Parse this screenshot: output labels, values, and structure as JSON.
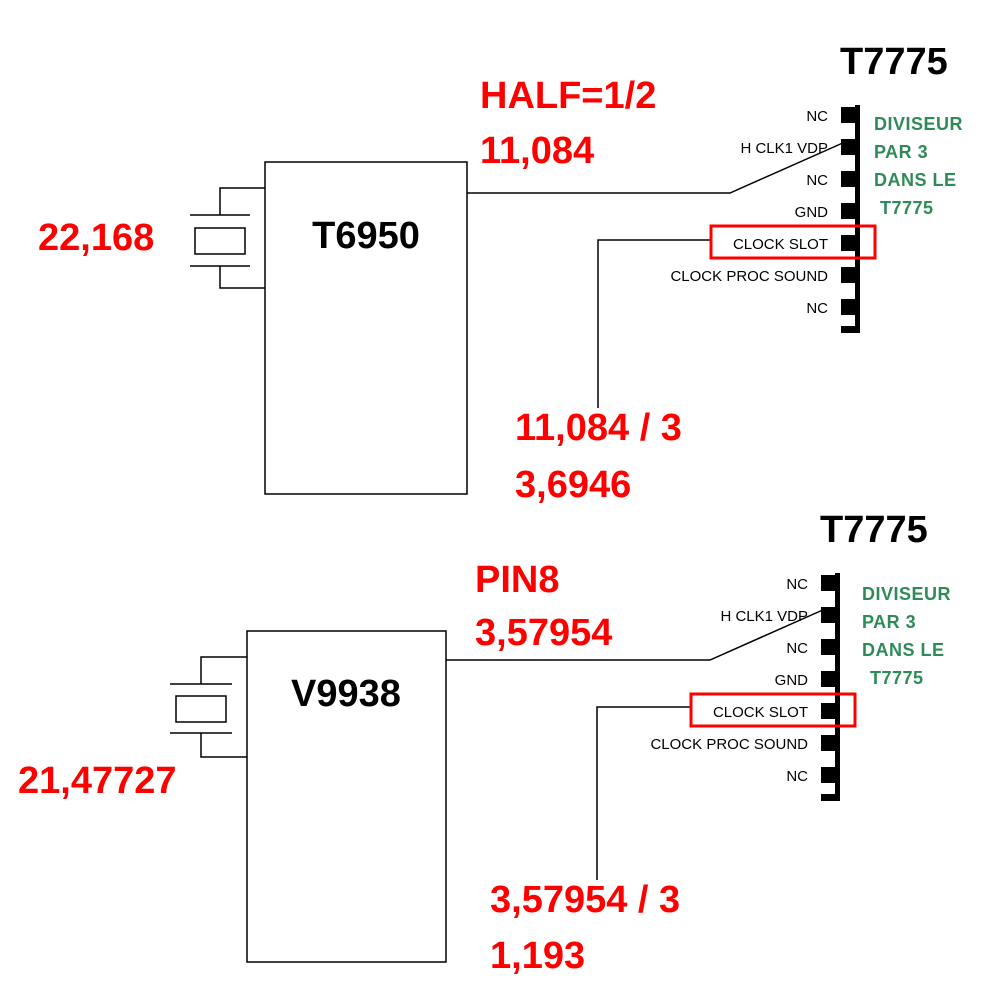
{
  "colors": {
    "red": "#ff0000",
    "green": "#2e8b57",
    "black": "#000000"
  },
  "circuits": [
    {
      "chip_name": "T6950",
      "crystal_freq": "22,168",
      "output_label_1": "HALF=1/2",
      "output_label_2": "11,084",
      "calc_line_1": "11,084 / 3",
      "calc_line_2": "3,6946",
      "connector_title": "T7775",
      "pins": [
        "NC",
        "H CLK1 VDP",
        "NC",
        "GND",
        "CLOCK SLOT",
        "CLOCK PROC SOUND",
        "NC"
      ],
      "highlighted_pin": "CLOCK SLOT",
      "divider_note": [
        "DIVISEUR",
        "PAR 3",
        "DANS LE",
        "T7775"
      ]
    },
    {
      "chip_name": "V9938",
      "crystal_freq": "21,47727",
      "output_label_1": "PIN8",
      "output_label_2": "3,57954",
      "calc_line_1": "3,57954 / 3",
      "calc_line_2": "1,193",
      "connector_title": "T7775",
      "pins": [
        "NC",
        "H CLK1 VDP",
        "NC",
        "GND",
        "CLOCK SLOT",
        "CLOCK PROC SOUND",
        "NC"
      ],
      "highlighted_pin": "CLOCK SLOT",
      "divider_note": [
        "DIVISEUR",
        "PAR 3",
        "DANS LE",
        "T7775"
      ]
    }
  ]
}
